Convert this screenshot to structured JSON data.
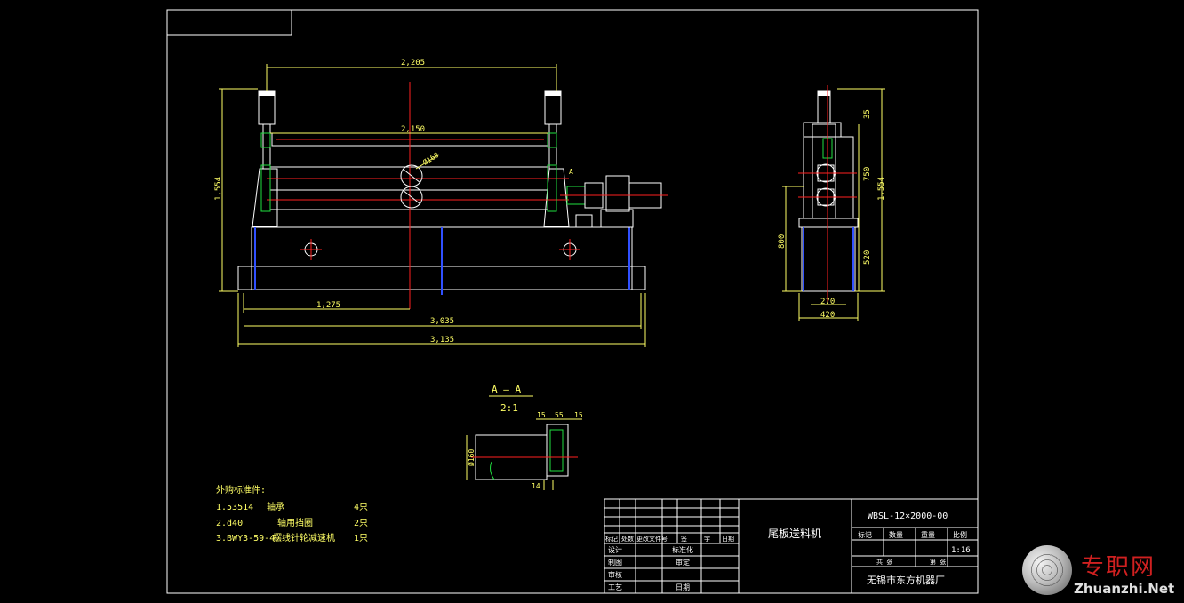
{
  "drawing": {
    "front_view": {
      "dims": {
        "top_width": "2,205",
        "roller_length": "2,150",
        "height": "1,554",
        "left_offset": "1,275",
        "base_width": "3,035",
        "overall_width": "3,135",
        "roller_dia": "Ø160",
        "callout": "A"
      }
    },
    "side_view": {
      "dims": {
        "top": "35",
        "upper": "750",
        "height": "1,554",
        "left": "800",
        "lower": "520",
        "inner_width": "270",
        "outer_width": "420"
      }
    },
    "section_view": {
      "title": "A — A",
      "scale": "2:1",
      "dims": {
        "d1": "15",
        "d2": "55",
        "d3": "15",
        "dia": "Ø160",
        "bottom": "14"
      }
    },
    "purchased_parts": {
      "heading": "外购标准件:",
      "items": [
        {
          "code": "1.53514",
          "name": "轴承",
          "qty": "4只"
        },
        {
          "code": "2.d40",
          "name": "轴用挡圈",
          "qty": "2只"
        },
        {
          "code": "3.BWY3-59-4",
          "name": "摆线针轮减速机",
          "qty": "1只"
        }
      ]
    },
    "title_block": {
      "headers": [
        "标记",
        "处数",
        "更改文件号",
        "签",
        "字",
        "日期"
      ],
      "roles": [
        "设计",
        "制图",
        "审核",
        "工艺"
      ],
      "role_labels": [
        "标准化",
        "审定",
        "日期"
      ],
      "part_name": "尾板送料机",
      "drawing_no": "WBSL-12×2000-00",
      "prop_labels": [
        "标记",
        "数量",
        "重量",
        "比例"
      ],
      "scale": "1:16",
      "sheet_total": "共 张",
      "sheet_no": "第 张",
      "company": "无锡市东方机器厂"
    }
  },
  "watermark": {
    "cn": "专职网",
    "en": "Zhuanzhi.Net"
  },
  "colors": {
    "line": "#ffffff",
    "dim": "#ffff66",
    "center": "#ff2020",
    "green": "#20e040",
    "blue": "#3050ff"
  }
}
